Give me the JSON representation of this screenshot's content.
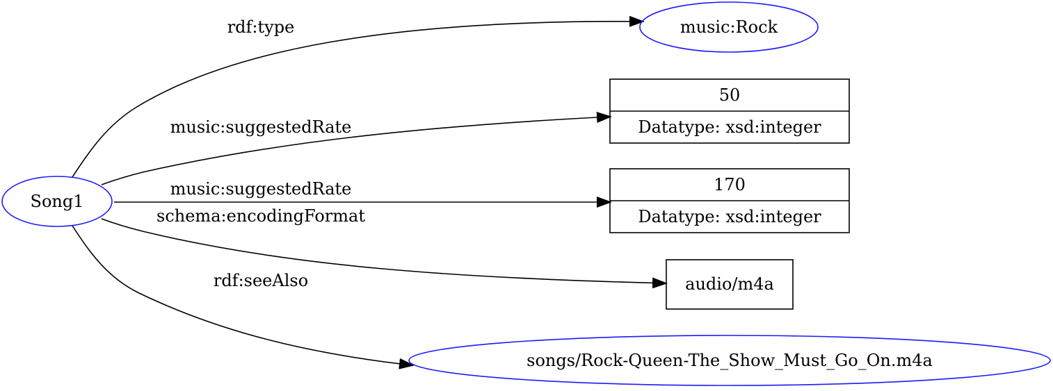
{
  "colors": {
    "resource_stroke": "#1a1aff",
    "literal_stroke": "#000000",
    "edge_stroke": "#000000",
    "text": "#000000",
    "background": "#ffffff"
  },
  "nodes": {
    "song1": {
      "label": "Song1",
      "kind": "resource"
    },
    "music_rock": {
      "label": "music:Rock",
      "kind": "resource"
    },
    "rate_50": {
      "value": "50",
      "datatype": "Datatype: xsd:integer",
      "kind": "typed-literal"
    },
    "rate_170": {
      "value": "170",
      "datatype": "Datatype: xsd:integer",
      "kind": "typed-literal"
    },
    "audio_m4a": {
      "label": "audio/m4a",
      "kind": "literal"
    },
    "song_file": {
      "label": "songs/Rock-Queen-The_Show_Must_Go_On.m4a",
      "kind": "resource"
    }
  },
  "edges": [
    {
      "from": "song1",
      "to": "music_rock",
      "label": "rdf:type"
    },
    {
      "from": "song1",
      "to": "rate_50",
      "label": "music:suggestedRate"
    },
    {
      "from": "song1",
      "to": "rate_170",
      "label": "music:suggestedRate"
    },
    {
      "from": "song1",
      "to": "audio_m4a",
      "label": "schema:encodingFormat"
    },
    {
      "from": "song1",
      "to": "song_file",
      "label": "rdf:seeAlso"
    }
  ]
}
